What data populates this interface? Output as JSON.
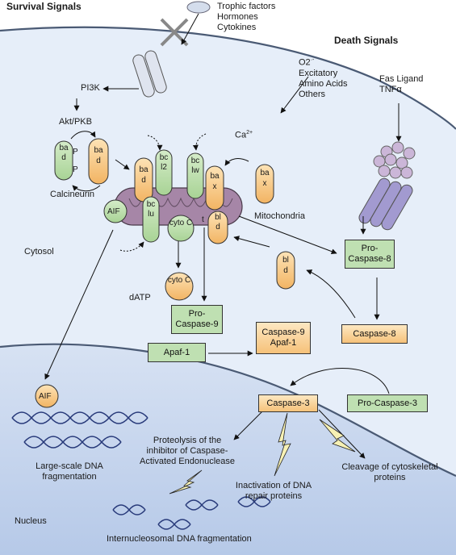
{
  "headers": {
    "survival": "Survival Signals",
    "death": "Death Signals"
  },
  "trophic": [
    "Trophic factors",
    "Hormones",
    "Cytokines"
  ],
  "excitatory": [
    "O2",
    "Excitatory",
    "Amino Acids",
    "Others"
  ],
  "fas": [
    "Fas Ligand",
    "TNFα"
  ],
  "labels": {
    "pi3k": "PI3K",
    "akt": "Akt/PKB",
    "calcineurin": "Calcineurin",
    "calcium": "Ca",
    "mitochondria": "Mitochondria",
    "cytosol": "Cytosol",
    "datp": "dATP",
    "nucleus": "Nucleus",
    "aif": "AIF"
  },
  "proteins": {
    "bad": "bad",
    "bcl2": "bcl2",
    "bclw": "bclw",
    "bax": "bax",
    "bclu": "bclu",
    "bld": "bld",
    "t": "t",
    "cyto_c": "cyto C",
    "p": "P"
  },
  "boxes": {
    "pro_caspase_8": "Pro-Caspase-8",
    "caspase_8": "Caspase-8",
    "pro_caspase_9": "Pro-Caspase-9",
    "caspase_9_apaf": "Caspase-9 Apaf-1",
    "apaf_1": "Apaf-1",
    "caspase_3": "Caspase-3",
    "pro_caspase_3": "Pro-Caspase-3"
  },
  "outcomes": {
    "large_dna": "Large-scale DNA fragmentation",
    "proteolysis": "Proteolysis of the inhibitor of Caspase-Activated Endonuclease",
    "dna_repair": "Inactivation of DNA repair proteins",
    "cytoskeletal": "Cleavage of cytoskeletal proteins",
    "internucleosomal": "Internucleosomal DNA fragmentation"
  },
  "colors": {
    "cell": "#e4edf8",
    "nucleus": "#c6d6ee",
    "green": "#bfe0b2",
    "orange": "#f6c27a",
    "membrane": "#4a5a74",
    "mito": "#a989a8",
    "receptor": "#a89ed0"
  }
}
